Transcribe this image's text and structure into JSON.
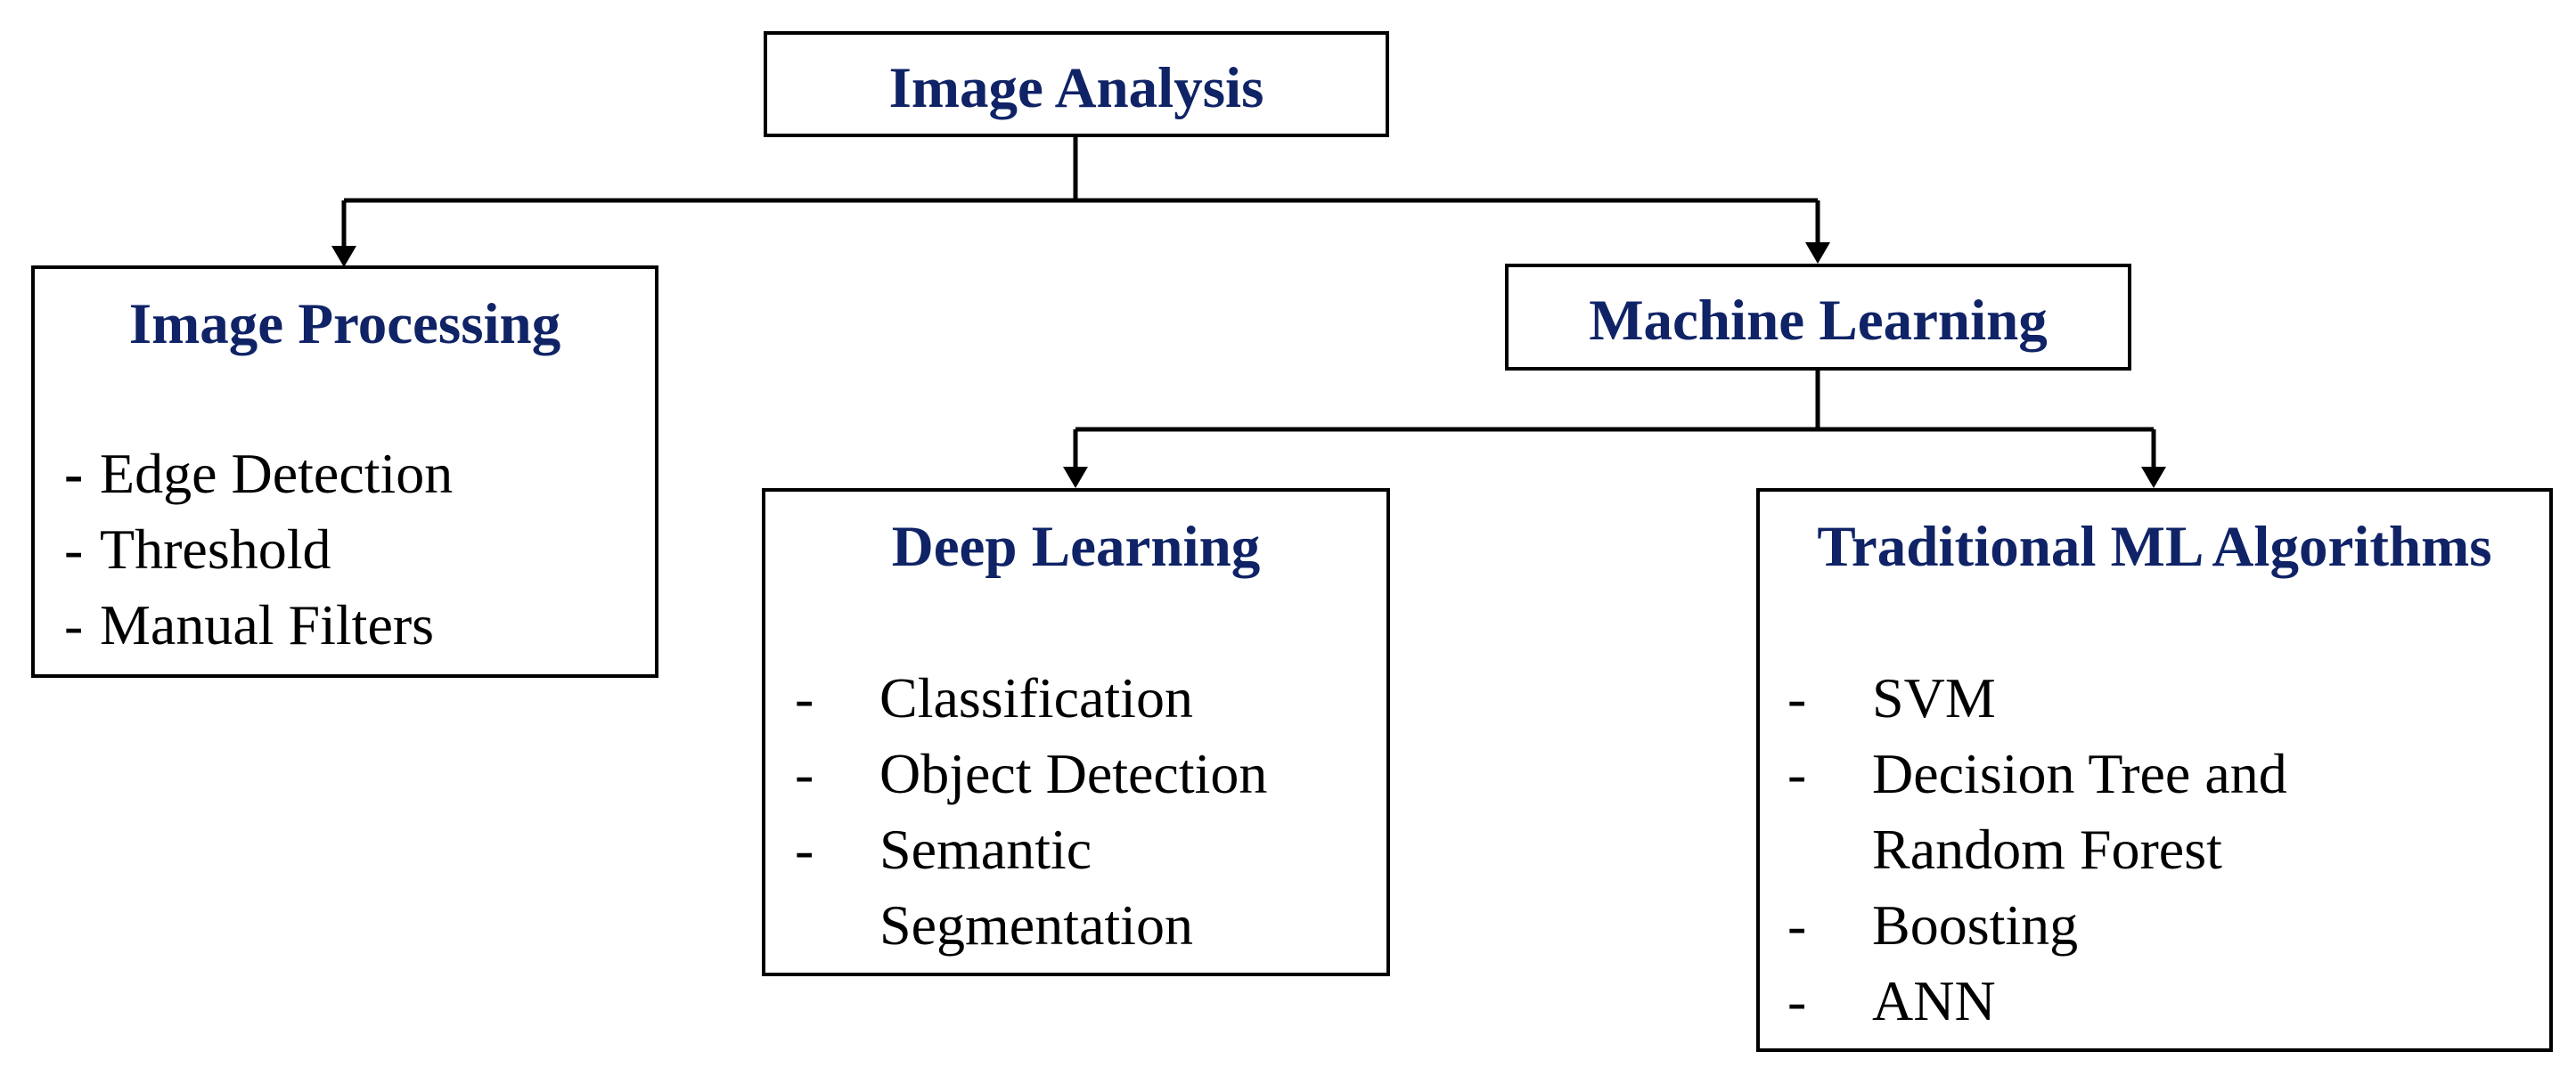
{
  "colors": {
    "title": "#0f2366",
    "line": "#000000",
    "text": "#000000"
  },
  "root": {
    "title": "Image Analysis"
  },
  "image_processing": {
    "title": "Image Processing",
    "items": [
      {
        "dash": "-",
        "text": "Edge Detection"
      },
      {
        "dash": "-",
        "text": "Threshold"
      },
      {
        "dash": "-",
        "text": "Manual Filters"
      }
    ]
  },
  "machine_learning": {
    "title": "Machine Learning"
  },
  "deep_learning": {
    "title": "Deep Learning",
    "items": [
      {
        "dash": "-",
        "text": "Classification"
      },
      {
        "dash": "-",
        "text": "Object Detection"
      },
      {
        "dash": "-",
        "text": "Semantic"
      },
      {
        "dash": "",
        "text": "Segmentation"
      }
    ]
  },
  "traditional_ml": {
    "title": "Traditional ML Algorithms",
    "items": [
      {
        "dash": "-",
        "text": "SVM"
      },
      {
        "dash": "-",
        "text": "Decision Tree and"
      },
      {
        "dash": "",
        "text": "Random Forest"
      },
      {
        "dash": "-",
        "text": "Boosting"
      },
      {
        "dash": "-",
        "text": "ANN"
      }
    ]
  }
}
